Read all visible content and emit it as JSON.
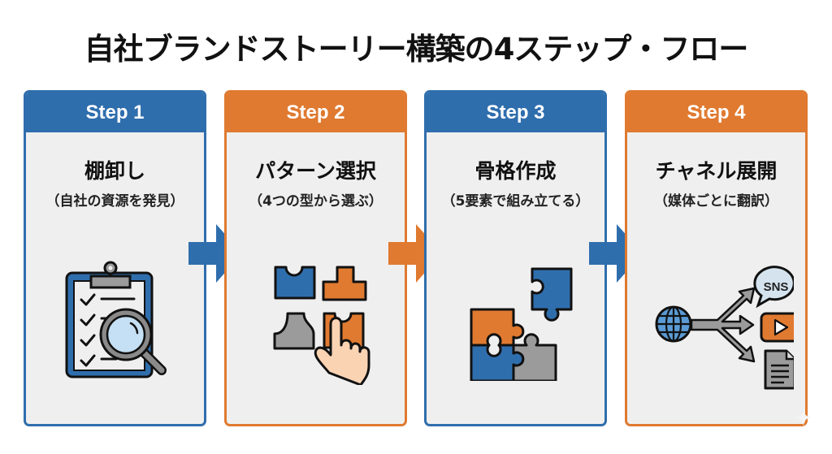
{
  "title": "自社ブランドストーリー構築の4ステップ・フロー",
  "colors": {
    "blue": "#2f6ead",
    "orange": "#e07a30",
    "gray": "#9b9b9b",
    "card_bg": "#efefef"
  },
  "steps": [
    {
      "label": "Step 1",
      "title": "棚卸し",
      "subtitle": "（自社の資源を発見）",
      "color": "blue",
      "icon": "clipboard-magnifier-icon"
    },
    {
      "label": "Step 2",
      "title": "パターン選択",
      "subtitle": "（4つの型から選ぶ）",
      "color": "orange",
      "icon": "puzzle-pieces-select-icon"
    },
    {
      "label": "Step 3",
      "title": "骨格作成",
      "subtitle": "（5要素で組み立てる）",
      "color": "blue",
      "icon": "puzzle-assemble-icon"
    },
    {
      "label": "Step 4",
      "title": "チャネル展開",
      "subtitle": "（媒体ごとに翻訳）",
      "color": "orange",
      "icon": "channel-distribution-icon"
    }
  ],
  "channels": {
    "sns_label": "SNS"
  }
}
